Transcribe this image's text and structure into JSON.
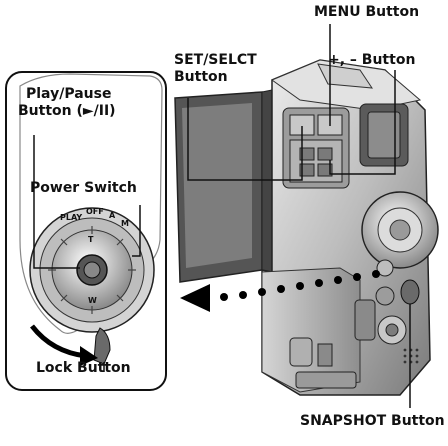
{
  "labels": {
    "menu_button": "MENU Button",
    "set_select_line1": "SET/SELCT",
    "set_select_line2": "Button",
    "plus_minus_button": "+, – Button",
    "play_pause_line1": "Play/Pause",
    "play_pause_line2": "Button (►/II)",
    "power_switch": "Power Switch",
    "lock_button": "Lock Button",
    "snapshot_button": "SNAPSHOT Button"
  },
  "dial_marks": {
    "play": "PLAY",
    "off": "OFF",
    "auto": "A",
    "manual": "M",
    "t": "T",
    "w": "W"
  },
  "colors": {
    "ink": "#111111",
    "body_light": "#d9d9d9",
    "body_mid": "#a8a8a8",
    "body_dark": "#4a4a4a",
    "arrow": "#000000"
  }
}
